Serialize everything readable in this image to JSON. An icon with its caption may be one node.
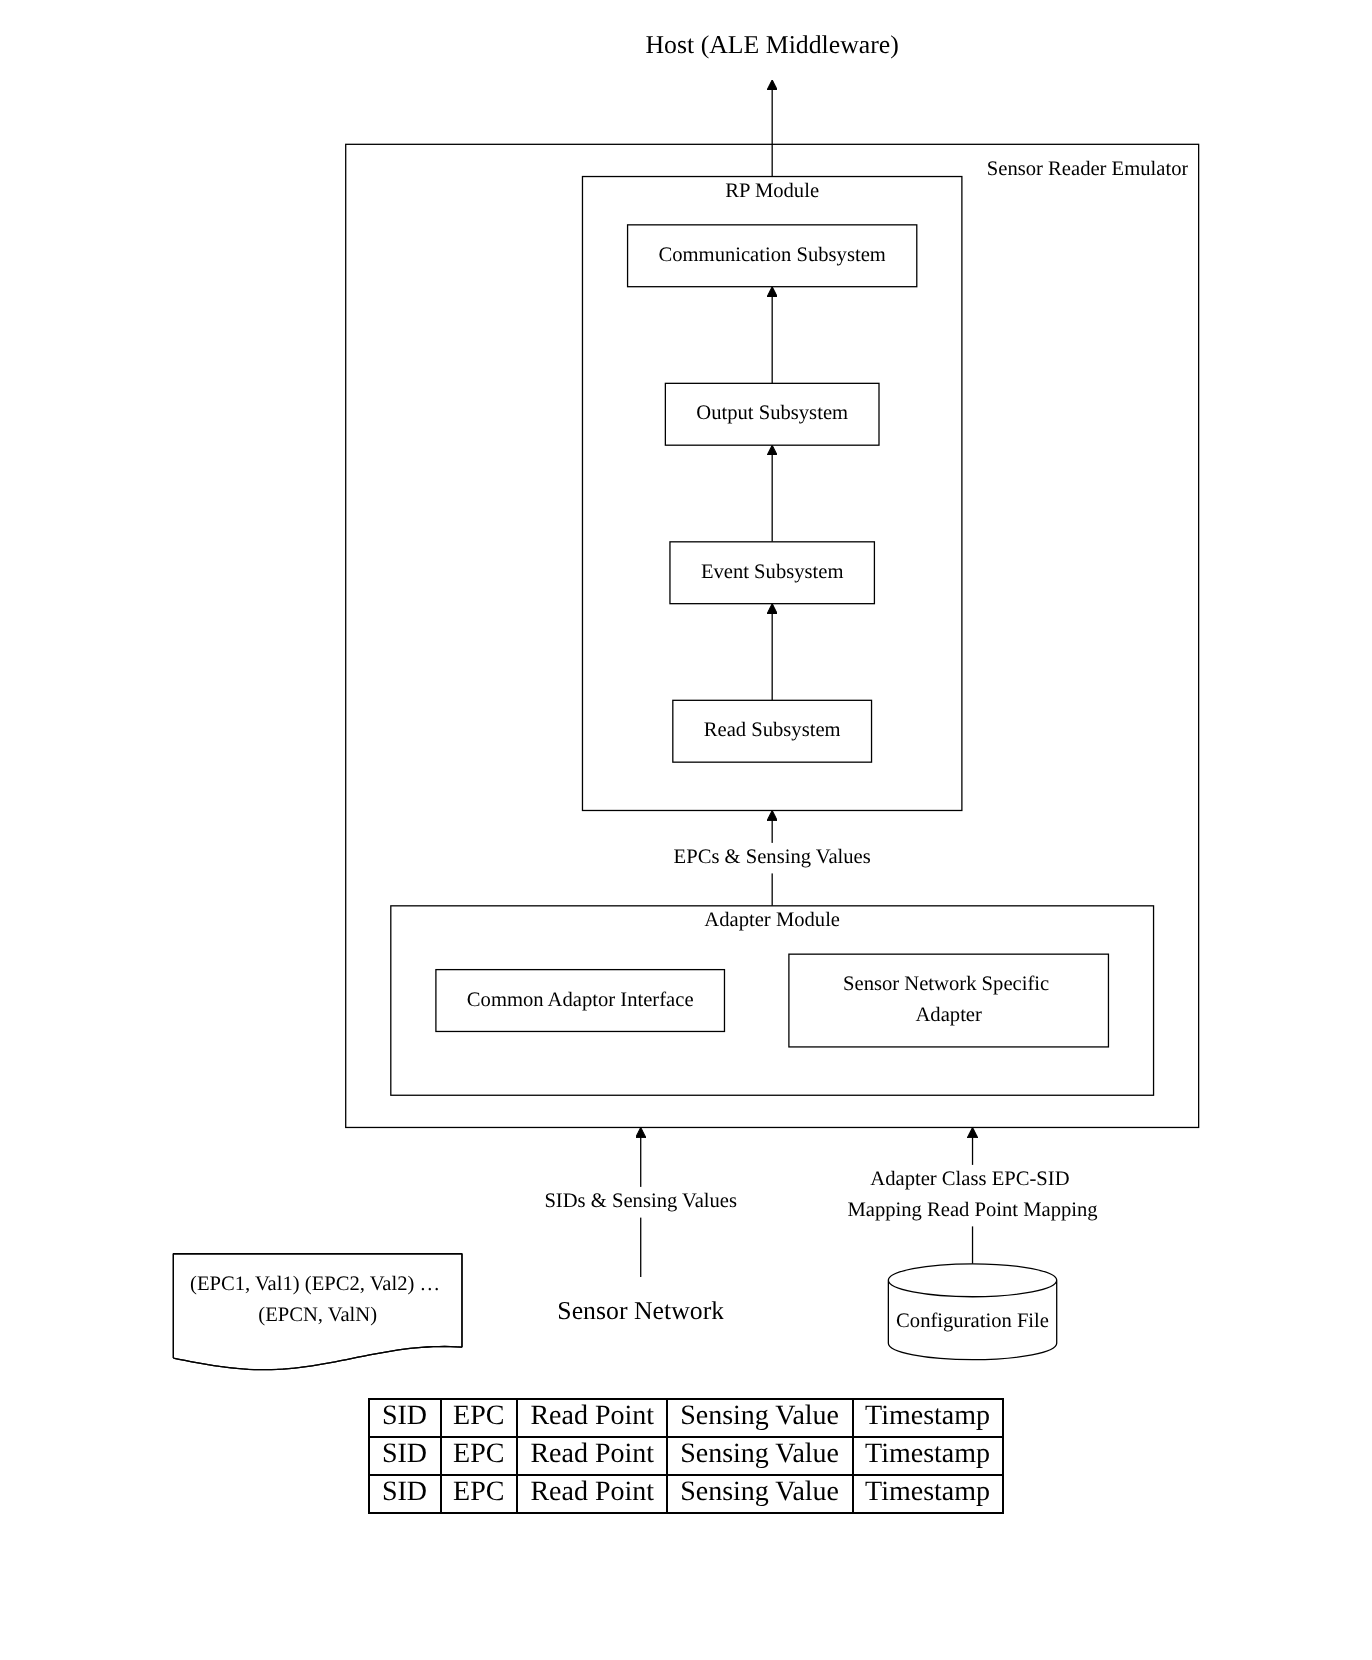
{
  "diagram": {
    "nodes": [
      {
        "text": [
          "Host (ALE Middleware)"
        ]
      },
      {
        "text": [
          "(EPC1, Val1) (EPC2, Val2) … (EPCN, ValN)"
        ]
      },
      {
        "text": [
          "Sensor Reader Emulator"
        ]
      },
      {
        "text": [
          "RP Module"
        ],
        "in": 2
      },
      {
        "text": [
          "Communication Subsystem"
        ],
        "in": 3
      },
      {
        "text": [
          "Output Subsystem"
        ],
        "in": 3
      },
      {
        "text": [
          "Event Subsystem"
        ],
        "in": 3
      },
      {
        "text": [
          "Read Subsystem"
        ],
        "in": 3
      },
      {
        "text": [
          "Adapter Module"
        ],
        "in": 2
      },
      {
        "text": [
          "Common Adaptor Interface"
        ],
        "in": 8
      },
      {
        "text": [
          "Sensor Network Specific Adapter"
        ],
        "in": 8
      },
      {
        "text": [
          "Sensor Network"
        ]
      },
      {
        "text": [
          "Configuration File"
        ]
      }
    ],
    "edges": [
      {
        "from": 3,
        "to": 0,
        "arrow": "to"
      },
      {
        "from": 5,
        "to": 4,
        "arrow": "to"
      },
      {
        "from": 6,
        "to": 5,
        "arrow": "to"
      },
      {
        "from": 7,
        "to": 6,
        "arrow": "to"
      },
      {
        "from": 8,
        "to": 3,
        "label": "EPCs & Sensing Values",
        "arrow": "to"
      },
      {
        "from": 11,
        "to": 2,
        "label": "SIDs & Sensing Values",
        "arrow": "to"
      },
      {
        "from": 12,
        "to": 2,
        "label": "Adapter Class EPC-SID Mapping Read Point Mapping",
        "arrow": "to"
      }
    ],
    "labels": [
      "SID",
      "EPC",
      "Read Point",
      "Sensing Value",
      "Timestamp",
      "SID",
      "EPC",
      "Read Point",
      "Sensing Value",
      "Timestamp",
      "SID",
      "EPC",
      "Read Point",
      "Sensing Value",
      "Timestamp"
    ]
  }
}
